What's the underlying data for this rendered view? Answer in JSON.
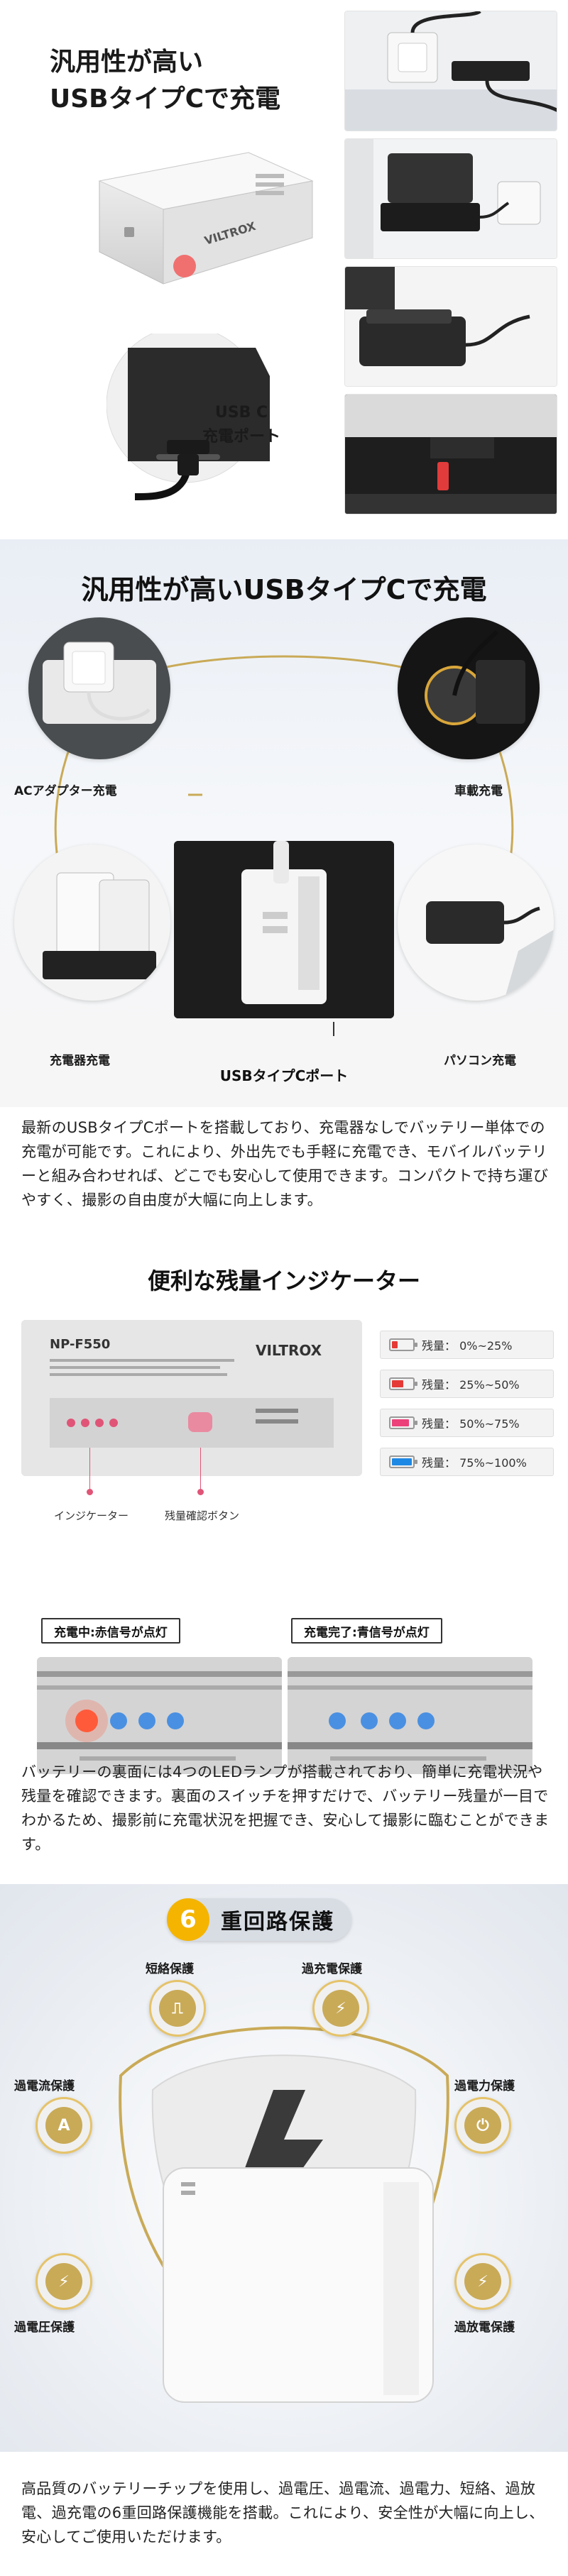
{
  "section1": {
    "title_line1": "汎用性が高い",
    "title_line2": "USBタイプCで充電",
    "brand": "VILTROX",
    "usbc_label_line1": "USB C",
    "usbc_label_line2": "充電ポート"
  },
  "section2": {
    "title": "汎用性が高いUSBタイプCで充電",
    "labels": {
      "ac_adapter": "ACアダプター充電",
      "car": "車載充電",
      "charger": "充電器充電",
      "pc": "パソコン充電",
      "usb_port": "USBタイプCポート"
    }
  },
  "paragraph1": "最新のUSBタイプCポートを搭載しており、充電器なしでバッテリー単体での充電が可能です。これにより、外出先でも手軽に充電でき、モバイルバッテリーと組み合わせれば、どこでも安心して使用できます。コンパクトで持ち運びやすく、撮影の自由度が大幅に向上します。",
  "section3": {
    "title": "便利な残量インジケーター",
    "label_model": "NP-F550",
    "label_brand": "VILTROX",
    "levels": [
      {
        "text": "残量： 0%~25%",
        "fill": 0.25,
        "color": "#e53935"
      },
      {
        "text": "残量： 25%~50%",
        "fill": 0.5,
        "color": "#e53935"
      },
      {
        "text": "残量： 50%~75%",
        "fill": 0.75,
        "color": "#ec407a"
      },
      {
        "text": "残量： 75%~100%",
        "fill": 1.0,
        "color": "#1e88e5"
      }
    ],
    "indicator_label": "インジケーター",
    "check_button_label": "残量確認ボタン",
    "charging_tag": "充電中:赤信号が点灯",
    "done_tag": "充電完了:青信号が点灯"
  },
  "paragraph2": "バッテリーの裏面には4つのLEDランプが搭載されており、簡単に充電状況や残量を確認できます。裏面のスイッチを押すだけで、バッテリー残量が一目でわかるため、撮影前に充電状況を把握でき、安心して撮影に臨むことができます。",
  "section4": {
    "tag_number": "6",
    "tag_text": "重回路保護",
    "protections": {
      "short": "短絡保護",
      "overcharge": "過充電保護",
      "overcurrent": "過電流保護",
      "overpower": "過電力保護",
      "overvoltage": "過電圧保護",
      "overdischarge": "過放電保護"
    }
  },
  "paragraph3": "高品質のバッテリーチップを使用し、過電圧、過電流、過電力、短絡、過放電、過充電の6重回路保護機能を搭載。これにより、安全性が大幅に向上し、安心してご使用いただけます。",
  "colors": {
    "accent_gold": "#c9aa57",
    "indicator_pink": "#e05577",
    "tag_yellow": "#f4b400"
  }
}
